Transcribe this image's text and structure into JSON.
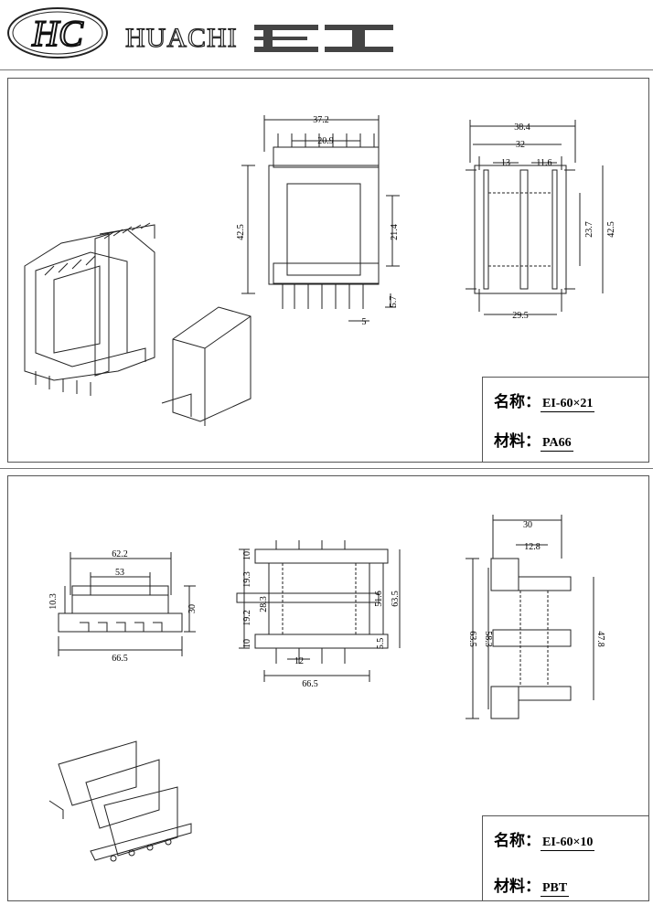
{
  "brand": {
    "logo_text": "HC",
    "company": "HUACHI",
    "product_type": "EI"
  },
  "drawing1": {
    "dims": {
      "top_width": "37.2",
      "top_inner": "20.9",
      "front_height": "42.5",
      "front_inner_height": "21.4",
      "pin_length": "5.7",
      "pin_pitch": "5",
      "side_width": "38.4",
      "side_inner": "32",
      "side_left": "13",
      "side_right": "11.6",
      "side_window": "23.7",
      "side_height": "42.5",
      "side_bottom": "29.5"
    },
    "table": {
      "name_label": "名称",
      "name_value": "EI-60×21",
      "material_label": "材料",
      "material_value": "PA66"
    }
  },
  "drawing2": {
    "dims": {
      "top_outer": "62.2",
      "top_inner": "53",
      "left_h": "10.3",
      "height_30": "30",
      "bottom_width": "66.5",
      "mid_10a": "10",
      "mid_193": "19.3",
      "mid_283": "28.3",
      "mid_192": "19.2",
      "mid_10b": "10",
      "mid_516": "51.6",
      "mid_635": "63.5",
      "mid_55": "5.5",
      "mid_12": "12",
      "mid_bottom": "66.5",
      "side_30": "30",
      "side_128": "12.8",
      "side_635": "63.5",
      "side_583": "58.3",
      "side_478": "47.8"
    },
    "table": {
      "name_label": "名称",
      "name_value": "EI-60×10",
      "material_label": "材料",
      "material_value": "PBT"
    }
  }
}
